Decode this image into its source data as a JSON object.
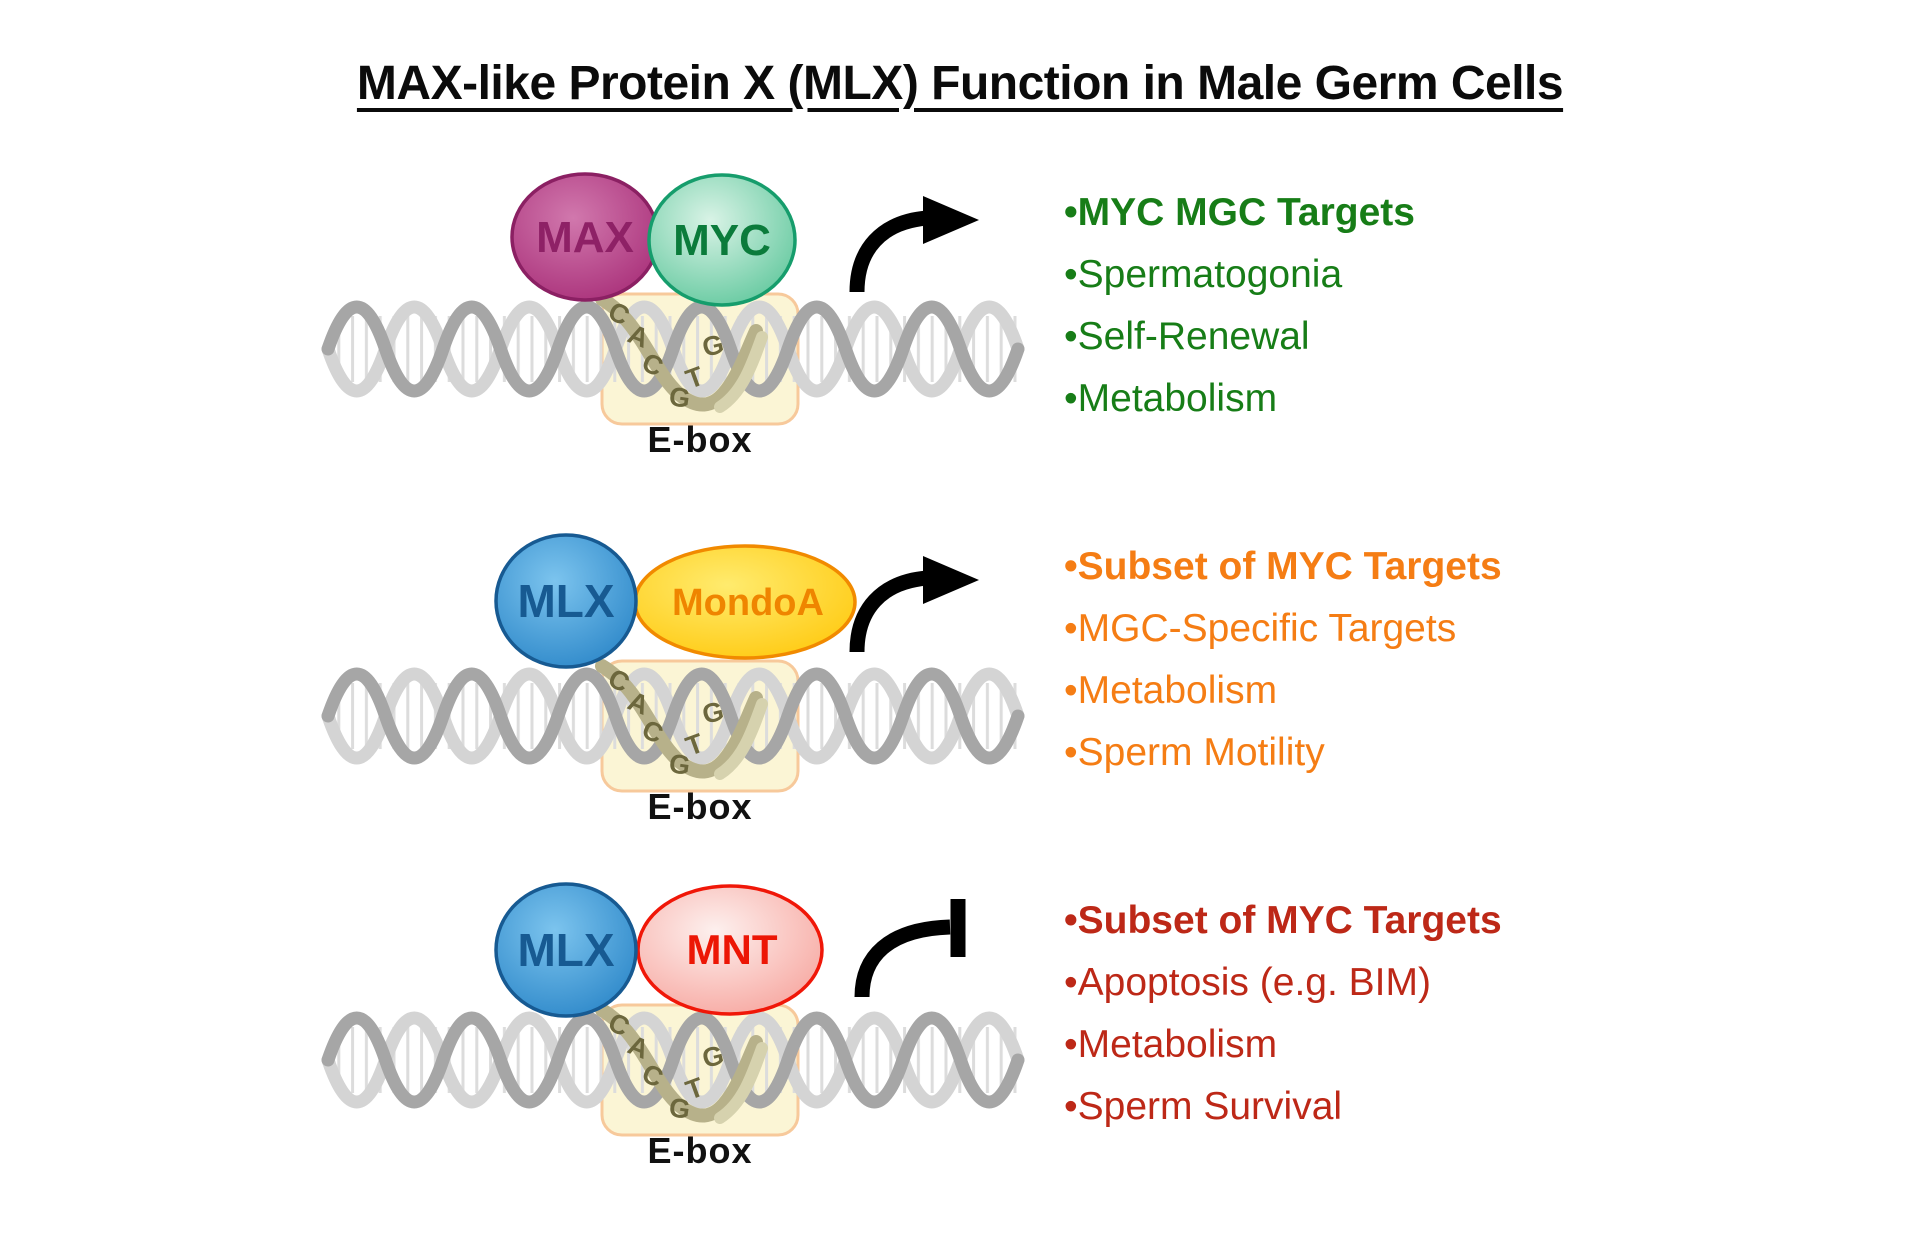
{
  "title": "MAX-like Protein X (MLX) Function in Male Germ Cells",
  "rows": [
    {
      "dimer": [
        {
          "name": "MAX"
        },
        {
          "name": "MYC"
        }
      ],
      "ebox": {
        "label": "E-box",
        "sequence": [
          "C",
          "A",
          "C",
          "G",
          "T",
          "G"
        ]
      },
      "regulation": "activation",
      "text_color": "#177d17",
      "bullets": [
        "•MYC MGC Targets",
        "•Spermatogonia",
        "•Self-Renewal",
        "•Metabolism"
      ]
    },
    {
      "dimer": [
        {
          "name": "MLX"
        },
        {
          "name": "MondoA"
        }
      ],
      "ebox": {
        "label": "E-box",
        "sequence": [
          "C",
          "A",
          "C",
          "G",
          "T",
          "G"
        ]
      },
      "regulation": "activation",
      "text_color": "#f57d14",
      "bullets": [
        "•Subset of MYC Targets",
        "•MGC-Specific Targets",
        "•Metabolism",
        "•Sperm Motility"
      ]
    },
    {
      "dimer": [
        {
          "name": "MLX"
        },
        {
          "name": "MNT"
        }
      ],
      "ebox": {
        "label": "E-box",
        "sequence": [
          "C",
          "A",
          "C",
          "G",
          "T",
          "G"
        ]
      },
      "regulation": "inhibition",
      "text_color": "#bd2817",
      "bullets": [
        "•Subset of MYC Targets",
        "•Apoptosis (e.g. BIM)",
        "•Metabolism",
        "•Sperm Survival"
      ]
    }
  ],
  "palette": {
    "row1_text": "#177d17",
    "row2_text": "#f57d14",
    "row3_text": "#bd2817",
    "max_fill": "#b43a82",
    "max_border": "#8b2063",
    "max_label": "#8e2166",
    "myc_fill": "#8cd9bb",
    "myc_border": "#169d6c",
    "myc_label": "#0b7b3b",
    "mlx_fill": "#3d9bd8",
    "mlx_border": "#175a92",
    "mlx_label": "#175a92",
    "mondoa_fill": "#ffd81e",
    "mondoa_border": "#f18a00",
    "mondoa_label": "#ef8500",
    "mnt_fill": "#fbc9c4",
    "mnt_border": "#f01708",
    "mnt_label": "#ec1605",
    "dna_dark": "#a6a6a6",
    "dna_light": "#d4d4d4",
    "ebox_fill": "#fbf5d5",
    "ebox_border": "#f7c99b",
    "ebox_letters": "#6c673d",
    "arrow": "#000000"
  }
}
